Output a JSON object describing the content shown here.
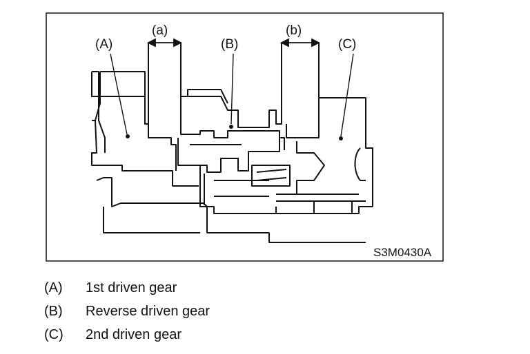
{
  "diagram": {
    "callouts": {
      "a": "(a)",
      "b": "(b)",
      "A": "(A)",
      "B": "(B)",
      "C": "(C)"
    },
    "figure_code": "S3M0430A"
  },
  "legend": [
    {
      "key": "(A)",
      "desc": "1st driven gear"
    },
    {
      "key": "(B)",
      "desc": "Reverse driven gear"
    },
    {
      "key": "(C)",
      "desc": "2nd driven gear"
    }
  ]
}
